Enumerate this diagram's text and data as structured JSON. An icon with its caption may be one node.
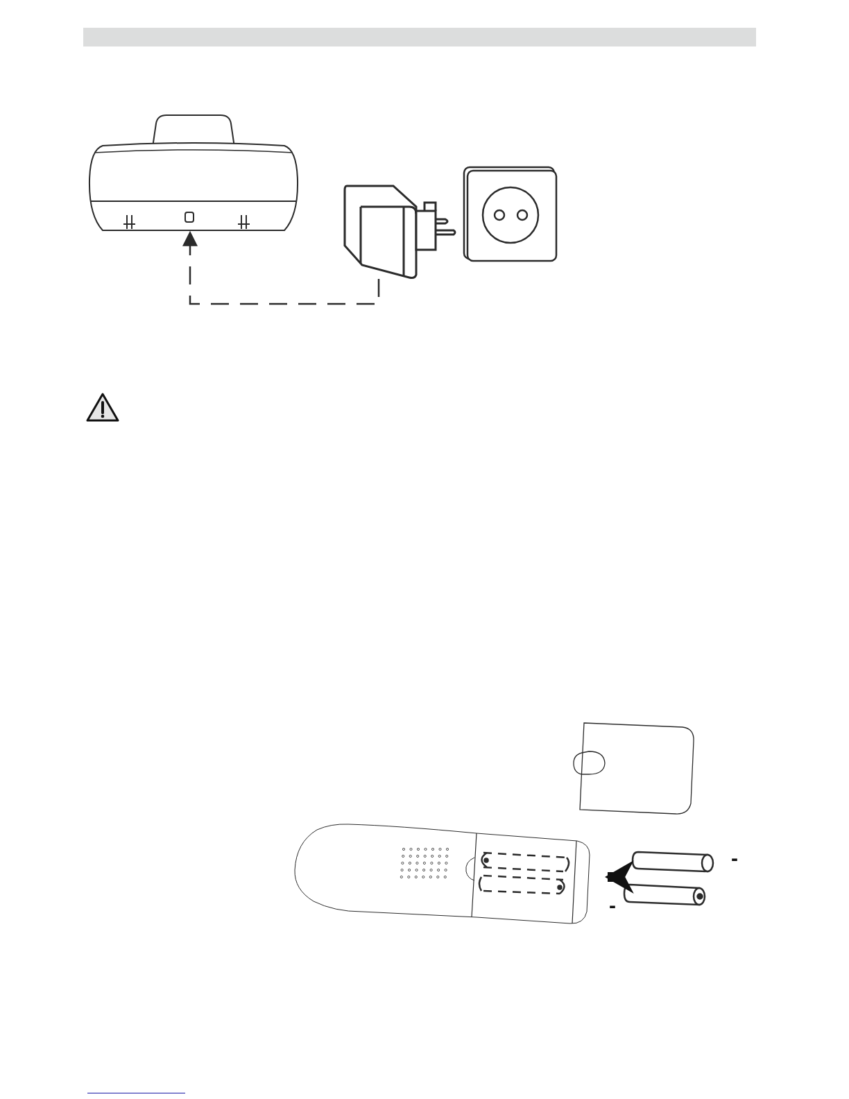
{
  "diagram": {
    "nodes": [
      {
        "text": [],
        "shape": "picture"
      },
      {
        "text": [],
        "shape": "picture"
      },
      {
        "text": [],
        "shape": "picture"
      },
      {
        "text": [],
        "shape": "picture"
      }
    ],
    "edges": [
      {
        "from": 1,
        "to": 0,
        "arrow": "to",
        "style": "dashed"
      },
      {
        "from": 3,
        "to": 2,
        "arrow": "to",
        "style": "thick"
      }
    ],
    "labels": [
      "-",
      "-"
    ]
  }
}
